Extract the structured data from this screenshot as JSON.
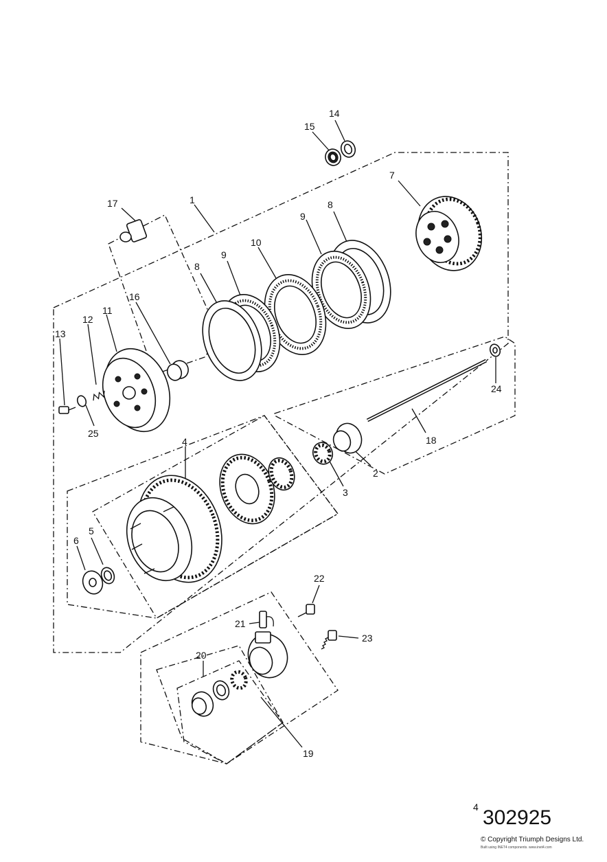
{
  "diagram": {
    "reference_number": "302925",
    "reference_prefix": "4",
    "copyright": "© Copyright Triumph Designs Ltd.",
    "subnote": "Built using INET4 components. www.inet4.com",
    "callouts": [
      {
        "id": "c1",
        "label": "1"
      },
      {
        "id": "c2",
        "label": "2"
      },
      {
        "id": "c3",
        "label": "3"
      },
      {
        "id": "c4",
        "label": "4"
      },
      {
        "id": "c5",
        "label": "5"
      },
      {
        "id": "c6",
        "label": "6"
      },
      {
        "id": "c7",
        "label": "7"
      },
      {
        "id": "c8a",
        "label": "8"
      },
      {
        "id": "c8b",
        "label": "8"
      },
      {
        "id": "c9a",
        "label": "9"
      },
      {
        "id": "c9b",
        "label": "9"
      },
      {
        "id": "c10",
        "label": "10"
      },
      {
        "id": "c11",
        "label": "11"
      },
      {
        "id": "c12",
        "label": "12"
      },
      {
        "id": "c13",
        "label": "13"
      },
      {
        "id": "c14",
        "label": "14"
      },
      {
        "id": "c15",
        "label": "15"
      },
      {
        "id": "c16",
        "label": "16"
      },
      {
        "id": "c17",
        "label": "17"
      },
      {
        "id": "c18",
        "label": "18"
      },
      {
        "id": "c19",
        "label": "19"
      },
      {
        "id": "c20",
        "label": "20"
      },
      {
        "id": "c21",
        "label": "21"
      },
      {
        "id": "c22",
        "label": "22"
      },
      {
        "id": "c23",
        "label": "23"
      },
      {
        "id": "c24",
        "label": "24"
      },
      {
        "id": "c25",
        "label": "25"
      }
    ]
  }
}
